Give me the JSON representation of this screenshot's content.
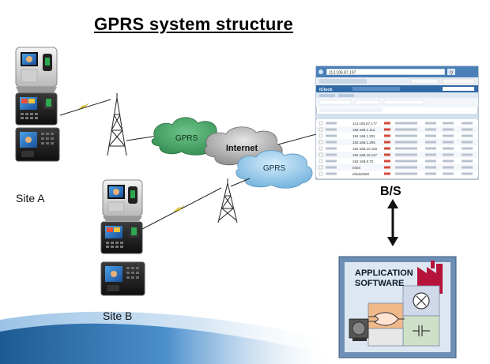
{
  "title": "GPRS  system structure",
  "site_a_label": "Site A",
  "site_b_label": "Site B",
  "clouds": {
    "gprs_left": "GPRS",
    "internet": "Internet",
    "gprs_right": "GPRS"
  },
  "connection_label": "B/S",
  "software_box": {
    "line1": "APPLICATION",
    "line2": "SOFTWARE"
  },
  "browser": {
    "addressbar": "113.106.87.197",
    "app_name": "iClock",
    "search_button": "Q",
    "table_rows": [
      "113.108.87.177",
      "192.168.1.112",
      "192.168.1.201",
      "192.168.1.205",
      "192.168.10.150",
      "192.168.10.117",
      "192.168.8.72",
      "0404",
      "eibob2500"
    ]
  },
  "colors": {
    "gprs_cloud_left": "#3f9a5e",
    "internet_cloud": "#a9a9a9",
    "gprs_cloud_right": "#8ec4e8",
    "bottom_wave": "#2e6fa8",
    "software_frame": "#6e8fb5",
    "software_bg": "#dce7f2"
  }
}
